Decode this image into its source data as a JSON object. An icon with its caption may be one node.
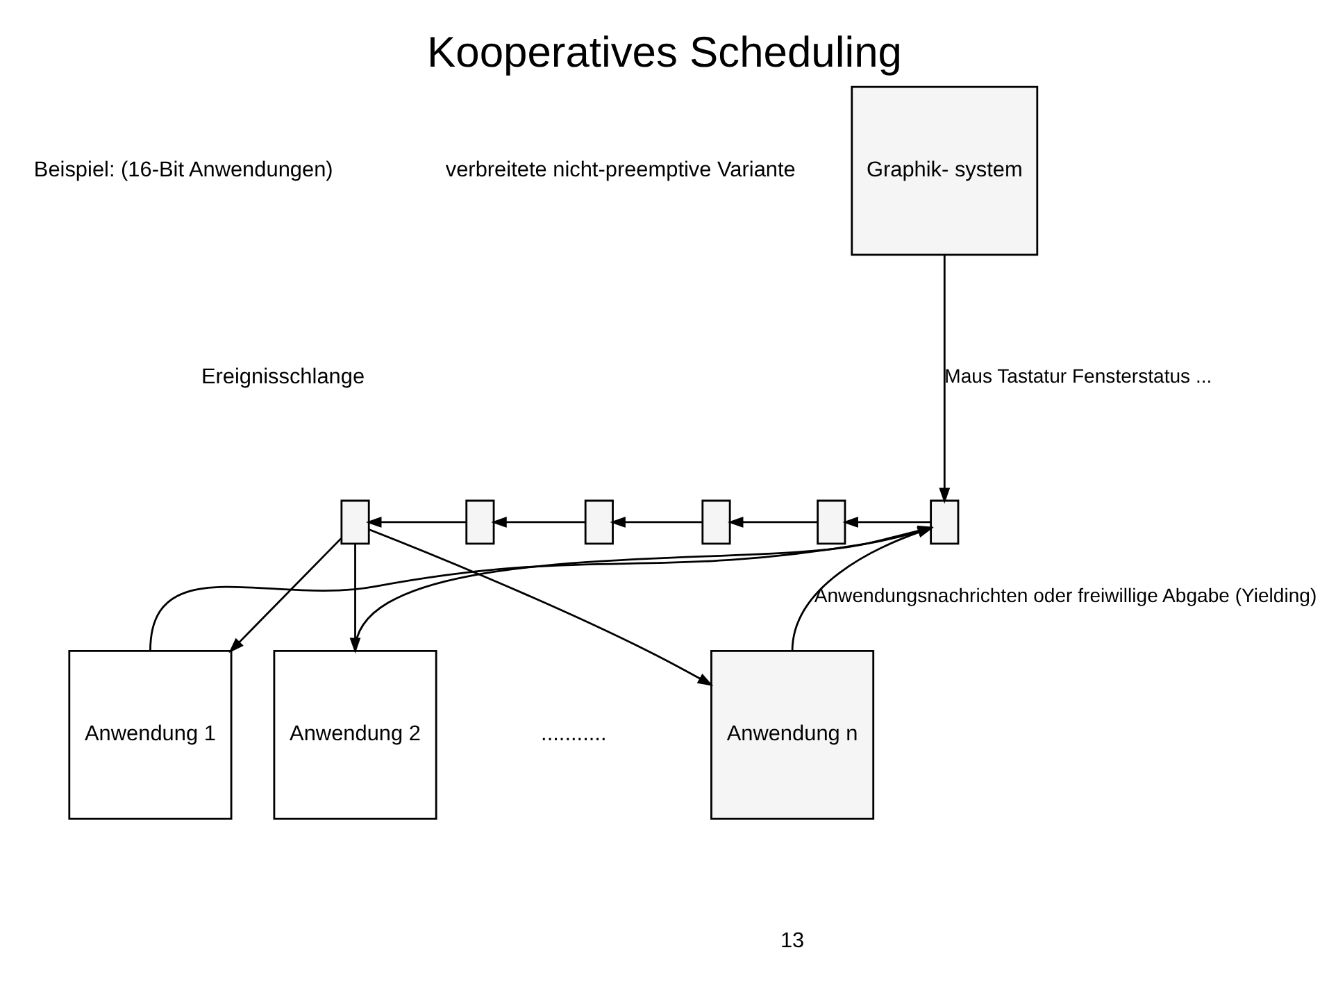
{
  "diagram": {
    "title": "Kooperatives Scheduling",
    "nodes": [
      {
        "text": [
          "Graphik- system"
        ]
      },
      {
        "text": [],
        "shape": "box"
      },
      {
        "text": [],
        "shape": "box"
      },
      {
        "text": [],
        "shape": "box"
      },
      {
        "text": [],
        "shape": "box"
      },
      {
        "text": [],
        "shape": "box"
      },
      {
        "text": [],
        "shape": "box"
      },
      {
        "text": [
          "Anwendung 1"
        ]
      },
      {
        "text": [
          "Anwendung 2"
        ]
      },
      {
        "text": [
          "Anwendung n"
        ]
      }
    ],
    "edges": [
      {
        "from": 0,
        "to": 6,
        "arrow": "to",
        "label": "Maus Tastatur Fensterstatus ..."
      },
      {
        "from": 6,
        "to": 5,
        "arrow": "to"
      },
      {
        "from": 5,
        "to": 4,
        "arrow": "to"
      },
      {
        "from": 4,
        "to": 3,
        "arrow": "to"
      },
      {
        "from": 3,
        "to": 2,
        "arrow": "to"
      },
      {
        "from": 2,
        "to": 1,
        "arrow": "to"
      },
      {
        "from": 1,
        "to": 7,
        "arrow": "to"
      },
      {
        "from": 1,
        "to": 8,
        "arrow": "to"
      },
      {
        "from": 1,
        "to": 9,
        "arrow": "to"
      },
      {
        "from": 7,
        "to": 6,
        "arrow": "to"
      },
      {
        "from": 8,
        "to": 6,
        "arrow": "to"
      },
      {
        "from": 9,
        "to": 6,
        "arrow": "to",
        "label": "Anwendungsnachrichten oder freiwillige Abgabe (Yielding)"
      }
    ],
    "labels": [
      "verbreitete nicht-preemptive Variante",
      "Beispiel: (16-Bit Anwendungen)",
      "Ereignisschlange",
      "...........",
      "13"
    ]
  }
}
